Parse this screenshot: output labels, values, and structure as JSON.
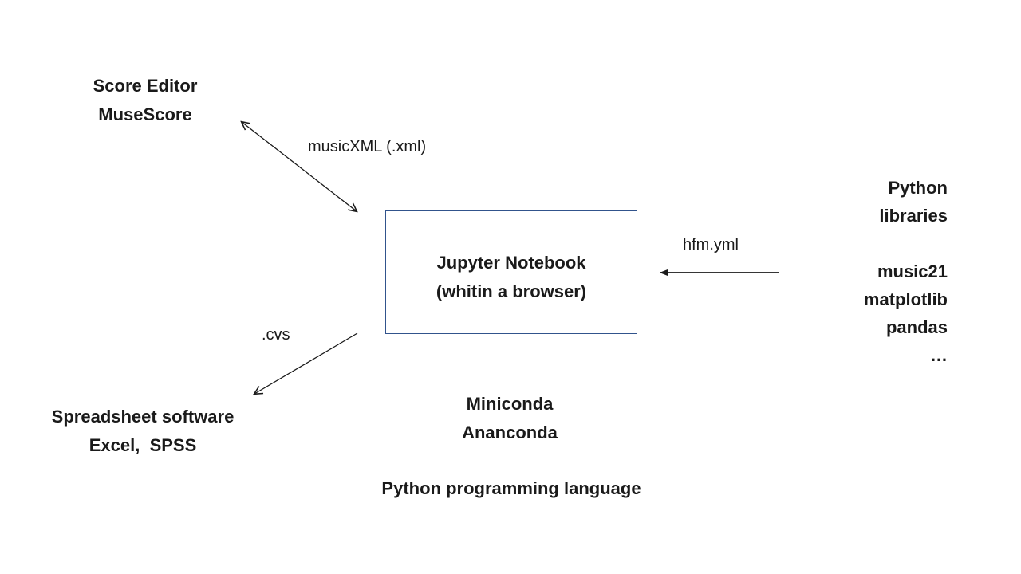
{
  "diagram": {
    "score_editor": {
      "line1": "Score Editor",
      "line2": "MuseScore"
    },
    "jupyter": {
      "line1": "Jupyter Notebook",
      "line2": "(whitin a browser)"
    },
    "python_libraries": {
      "title1": "Python",
      "title2": "libraries",
      "items": [
        "music21",
        "matplotlib",
        "pandas",
        "…"
      ]
    },
    "spreadsheet": {
      "line1": "Spreadsheet software",
      "line2": "Excel,  SPSS"
    },
    "conda": {
      "line1": "Miniconda",
      "line2": "Ananconda"
    },
    "python_language": {
      "label": "Python programming language"
    },
    "edges": {
      "musicxml": {
        "label": "musicXML (.xml)"
      },
      "hfm": {
        "label": "hfm.yml"
      },
      "cvs": {
        "label": ".cvs"
      }
    },
    "colors": {
      "background": "#ffffff",
      "text": "#1a1a1a",
      "arrow": "#1a1a1a",
      "box_border": "#31538c"
    }
  }
}
